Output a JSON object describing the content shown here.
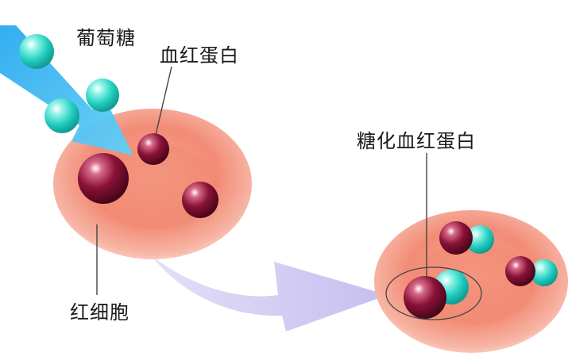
{
  "labels": {
    "glucose": "葡萄糖",
    "hemoglobin": "血红蛋白",
    "glycated_hemoglobin": "糖化血红蛋白",
    "red_blood_cell": "红细胞"
  },
  "colors": {
    "cell_fill": "#f28c76",
    "cell_highlight": "#fde1d6",
    "hemoglobin": "#7a0f2f",
    "glucose": "#2ed6c6",
    "arrow_blue": "#3cb8f0",
    "arrow_purple": "#c9c3ef",
    "leader_line": "#444444"
  },
  "icons": {
    "glucose": "cyan-sphere",
    "hemoglobin": "maroon-sphere"
  }
}
